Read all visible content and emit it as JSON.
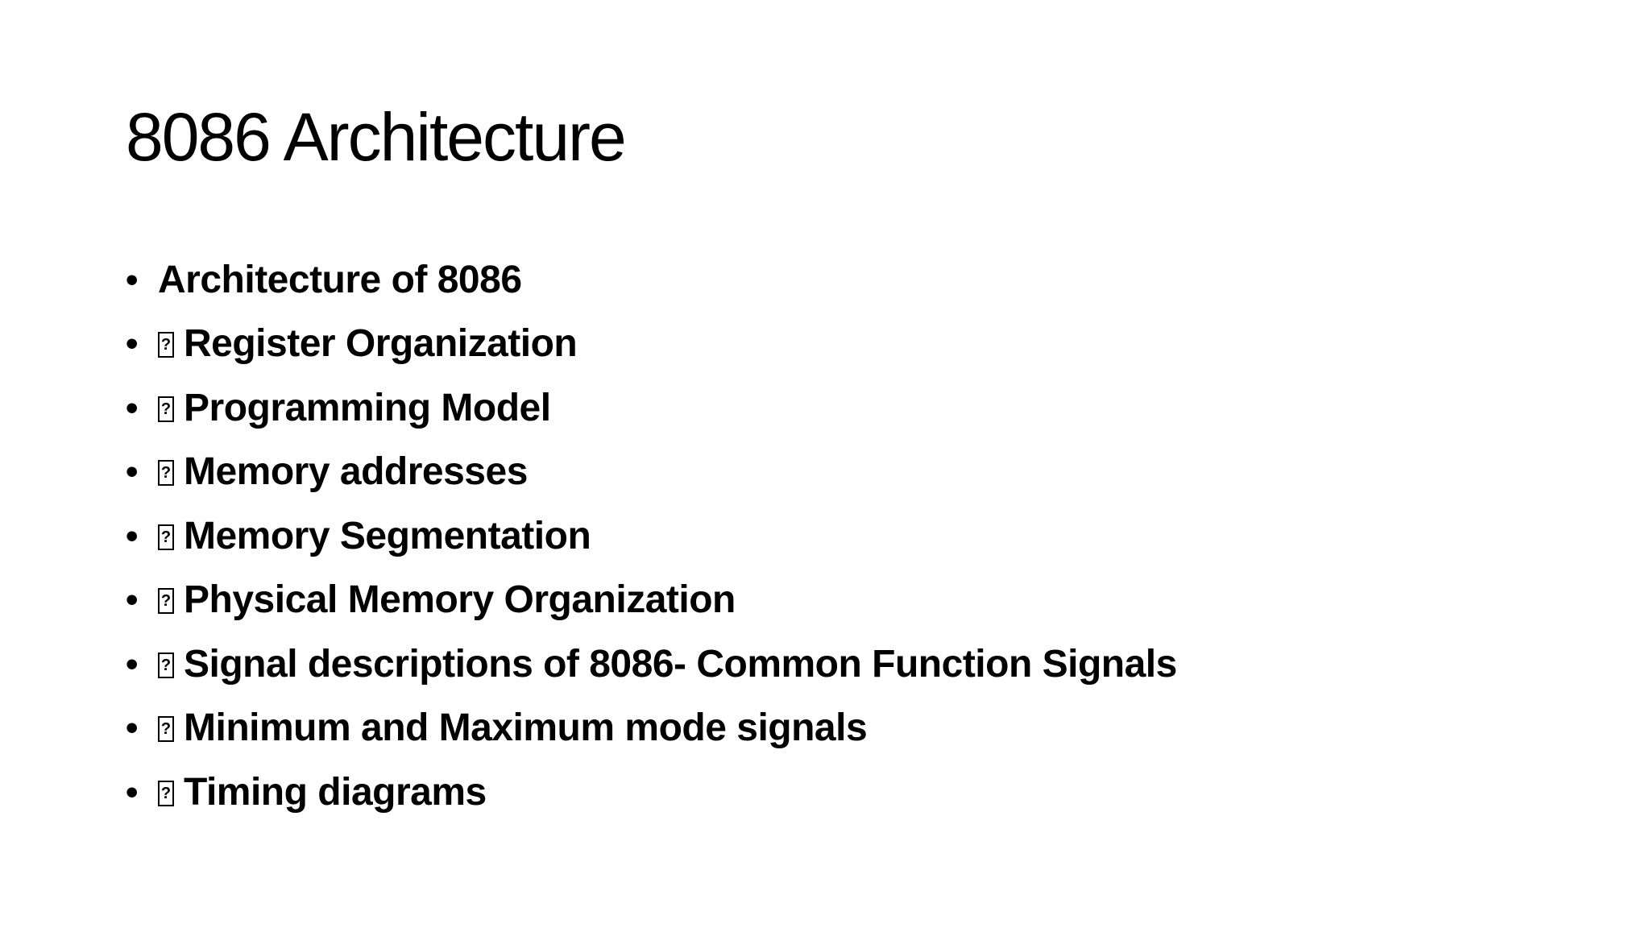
{
  "slide": {
    "title": "8086 Architecture",
    "bullets": [
      {
        "text": "Architecture of 8086",
        "glyph": false
      },
      {
        "text": "Register Organization",
        "glyph": true
      },
      {
        "text": "Programming Model",
        "glyph": true
      },
      {
        "text": "Memory addresses",
        "glyph": true
      },
      {
        "text": "Memory Segmentation",
        "glyph": true
      },
      {
        "text": "Physical Memory Organization",
        "glyph": true
      },
      {
        "text": "Signal descriptions of 8086- Common Function Signals",
        "glyph": true
      },
      {
        "text": "Minimum and Maximum mode signals",
        "glyph": true
      },
      {
        "text": "Timing diagrams",
        "glyph": true
      }
    ],
    "bullet_symbol": "•",
    "colors": {
      "background": "#ffffff",
      "text": "#000000"
    }
  }
}
